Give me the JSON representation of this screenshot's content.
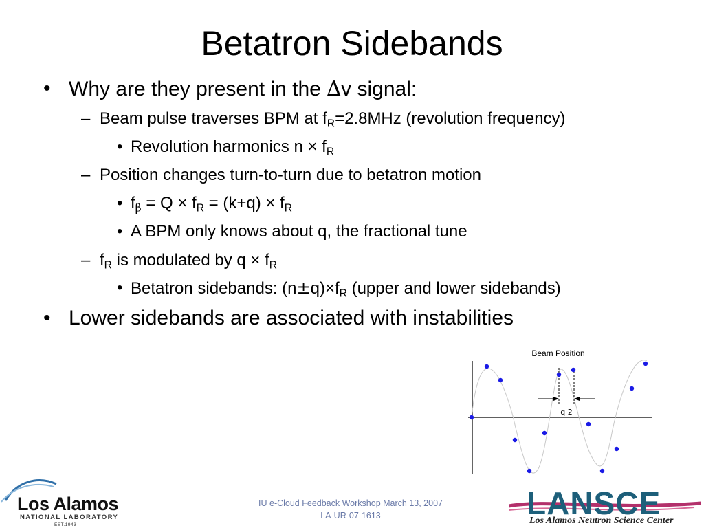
{
  "slide": {
    "title": "Betatron Sidebands"
  },
  "bullets": {
    "b1": {
      "pre": "Why are they present in the ",
      "sym": "∆",
      "post": "v signal:"
    },
    "b1_1": {
      "pre": "Beam pulse traverses BPM at f",
      "sub": "R",
      "post": "=2.8MHz (revolution frequency)"
    },
    "b1_1_1": {
      "pre": "Revolution harmonics n × f",
      "sub": "R"
    },
    "b1_2": {
      "text": "Position changes turn-to-turn due to betatron motion"
    },
    "b1_2_1": {
      "a": "f",
      "beta": "β",
      "b": " = Q × f",
      "sub1": "R",
      "c": " = (k+q) × f",
      "sub2": "R"
    },
    "b1_2_2": {
      "text": "A BPM only knows about q, the fractional tune"
    },
    "b1_3": {
      "a": "f",
      "sub1": "R",
      "b": " is modulated by q × f",
      "sub2": "R"
    },
    "b1_3_1": {
      "pre": "Betatron sidebands: (n",
      "pm": "±",
      "mid": "q)×f",
      "sub": "R",
      "post": " (upper and lower sidebands)"
    },
    "b2": {
      "text": "Lower sidebands are associated with instabilities"
    },
    "markers": {
      "round": "•",
      "dash": "–",
      "small": "•"
    }
  },
  "figure": {
    "title": "Beam  Position",
    "annotation": "q 2 ",
    "point_color": "#1a1ae6"
  },
  "footer": {
    "line1": "IU e-Cloud Feedback Workshop March 13, 2007",
    "line2": "LA-UR-07-1613"
  },
  "logos": {
    "los_alamos": {
      "name": "Los Alamos",
      "sub": "NATIONAL LABORATORY",
      "est": "EST.1943"
    },
    "lansce": {
      "name": "LANSCE",
      "sub": "Los Alamos Neutron Science Center"
    }
  }
}
